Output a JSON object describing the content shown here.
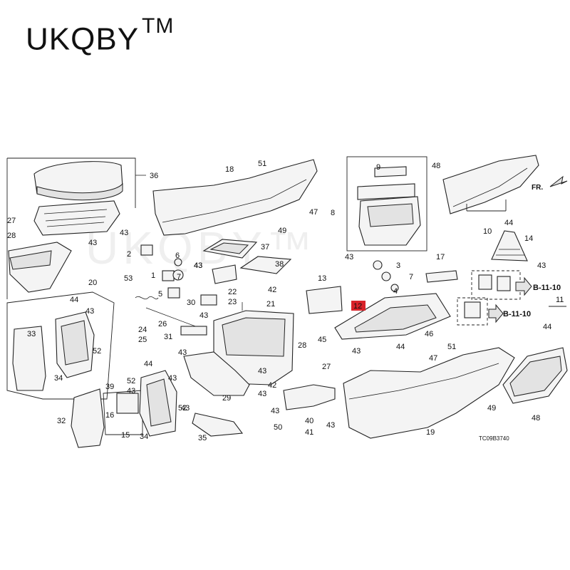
{
  "brand": {
    "name": "UKQBY",
    "trademark": "TM"
  },
  "watermark": "UKQBY™",
  "diagram_code": "TC09B3740",
  "direction_label": "FR.",
  "ref_labels": [
    "B-11-10",
    "B-11-10"
  ],
  "highlight_color": "#d9232a",
  "highlighted_part": "12",
  "callouts": [
    {
      "id": "c1",
      "text": "36"
    },
    {
      "id": "c2",
      "text": "27"
    },
    {
      "id": "c3",
      "text": "28"
    },
    {
      "id": "c4",
      "text": "43"
    },
    {
      "id": "c5",
      "text": "43"
    },
    {
      "id": "c6",
      "text": "2"
    },
    {
      "id": "c7",
      "text": "6"
    },
    {
      "id": "c8",
      "text": "43"
    },
    {
      "id": "c9",
      "text": "1"
    },
    {
      "id": "c10",
      "text": "7"
    },
    {
      "id": "c11",
      "text": "53"
    },
    {
      "id": "c12",
      "text": "20"
    },
    {
      "id": "c13",
      "text": "5"
    },
    {
      "id": "c14",
      "text": "44"
    },
    {
      "id": "c15",
      "text": "43"
    },
    {
      "id": "c16",
      "text": "33"
    },
    {
      "id": "c17",
      "text": "52"
    },
    {
      "id": "c18",
      "text": "34"
    },
    {
      "id": "c19",
      "text": "24"
    },
    {
      "id": "c20",
      "text": "25"
    },
    {
      "id": "c21",
      "text": "26"
    },
    {
      "id": "c22",
      "text": "31"
    },
    {
      "id": "c23",
      "text": "43"
    },
    {
      "id": "c24",
      "text": "18"
    },
    {
      "id": "c25",
      "text": "51"
    },
    {
      "id": "c26",
      "text": "47"
    },
    {
      "id": "c27",
      "text": "49"
    },
    {
      "id": "c28",
      "text": "37"
    },
    {
      "id": "c29",
      "text": "43"
    },
    {
      "id": "c30",
      "text": "38"
    },
    {
      "id": "c31",
      "text": "22"
    },
    {
      "id": "c32",
      "text": "23"
    },
    {
      "id": "c33",
      "text": "43"
    },
    {
      "id": "c34",
      "text": "30"
    },
    {
      "id": "c35",
      "text": "42"
    },
    {
      "id": "c36",
      "text": "21"
    },
    {
      "id": "c37",
      "text": "9"
    },
    {
      "id": "c38",
      "text": "8"
    },
    {
      "id": "c39",
      "text": "43"
    },
    {
      "id": "c40",
      "text": "48"
    },
    {
      "id": "c41",
      "text": "44"
    },
    {
      "id": "c42",
      "text": "10"
    },
    {
      "id": "c43",
      "text": "14"
    },
    {
      "id": "c44",
      "text": "43"
    },
    {
      "id": "c45",
      "text": "17"
    },
    {
      "id": "c46",
      "text": "3"
    },
    {
      "id": "c47",
      "text": "7"
    },
    {
      "id": "c48",
      "text": "4"
    },
    {
      "id": "c49",
      "text": "13"
    },
    {
      "id": "c50",
      "text": "11"
    },
    {
      "id": "c51",
      "text": "44"
    },
    {
      "id": "c52",
      "text": "12"
    },
    {
      "id": "c53",
      "text": "45"
    },
    {
      "id": "c54",
      "text": "43"
    },
    {
      "id": "c55",
      "text": "44"
    },
    {
      "id": "c56",
      "text": "46"
    },
    {
      "id": "c57",
      "text": "51"
    },
    {
      "id": "c58",
      "text": "47"
    },
    {
      "id": "c59",
      "text": "28"
    },
    {
      "id": "c60",
      "text": "27"
    },
    {
      "id": "c61",
      "text": "43"
    },
    {
      "id": "c62",
      "text": "42"
    },
    {
      "id": "c63",
      "text": "29"
    },
    {
      "id": "c64",
      "text": "43"
    },
    {
      "id": "c65",
      "text": "43"
    },
    {
      "id": "c66",
      "text": "40"
    },
    {
      "id": "c67",
      "text": "41"
    },
    {
      "id": "c68",
      "text": "43"
    },
    {
      "id": "c69",
      "text": "50"
    },
    {
      "id": "c70",
      "text": "35"
    },
    {
      "id": "c71",
      "text": "44"
    },
    {
      "id": "c72",
      "text": "43"
    },
    {
      "id": "c73",
      "text": "52"
    },
    {
      "id": "c74",
      "text": "43"
    },
    {
      "id": "c75",
      "text": "39"
    },
    {
      "id": "c76",
      "text": "16"
    },
    {
      "id": "c77",
      "text": "15"
    },
    {
      "id": "c78",
      "text": "32"
    },
    {
      "id": "c79",
      "text": "34"
    },
    {
      "id": "c80",
      "text": "19"
    },
    {
      "id": "c81",
      "text": "49"
    },
    {
      "id": "c82",
      "text": "48"
    },
    {
      "id": "c83",
      "text": "43"
    },
    {
      "id": "c84",
      "text": "52"
    }
  ]
}
